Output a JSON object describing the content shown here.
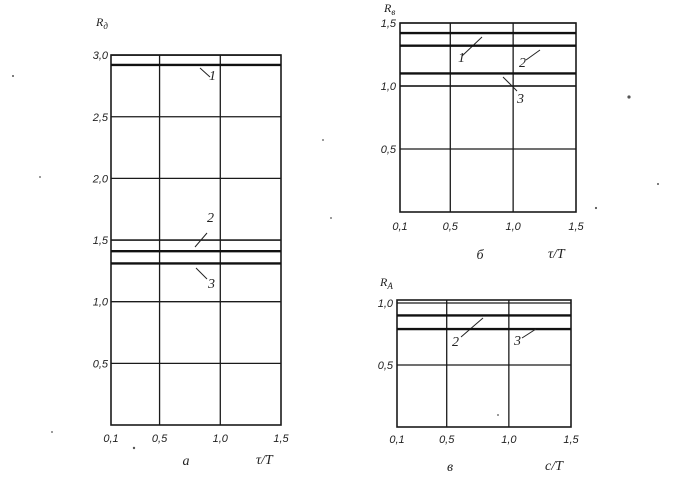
{
  "chart_data": [
    {
      "panel": "a",
      "type": "line",
      "panel_label": "а",
      "xlabel": "τ/T",
      "ylabel": "R",
      "ylabel_sub": "д",
      "x_ticks": [
        "0,1",
        "0,5",
        "1,0",
        "1,5"
      ],
      "y_ticks": [
        "0,5",
        "1,0",
        "1,5",
        "2,0",
        "2,5",
        "3,0"
      ],
      "x_tick_values": [
        0.1,
        0.5,
        1.0,
        1.5
      ],
      "y_tick_values": [
        0.5,
        1.0,
        1.5,
        2.0,
        2.5,
        3.0
      ],
      "xlim": [
        0.1,
        1.5
      ],
      "ylim": [
        0,
        3.0
      ],
      "grid": true,
      "lines": [
        {
          "label": "1",
          "y": 2.92
        },
        {
          "label": "2",
          "y": 1.41
        },
        {
          "label": "3",
          "y": 1.31
        }
      ],
      "extra_lines": [
        3.0,
        1.5
      ]
    },
    {
      "panel": "b",
      "type": "line",
      "panel_label": "б",
      "xlabel": "τ/T",
      "ylabel": "R",
      "ylabel_sub": "в",
      "x_ticks": [
        "0,1",
        "0,5",
        "1,0",
        "1,5"
      ],
      "y_ticks": [
        "0,5",
        "1,0",
        "1,5"
      ],
      "x_tick_values": [
        0.1,
        0.5,
        1.0,
        1.5
      ],
      "y_tick_values": [
        0.5,
        1.0,
        1.5
      ],
      "xlim": [
        0.1,
        1.5
      ],
      "ylim": [
        0,
        1.5
      ],
      "grid": true,
      "lines": [
        {
          "label": "1",
          "y": 1.42
        },
        {
          "label": "2",
          "y": 1.32
        },
        {
          "label": "3",
          "y": 1.1
        }
      ],
      "extra_lines": [
        1.0
      ]
    },
    {
      "panel": "c",
      "type": "line",
      "panel_label": "в",
      "xlabel": "с/T",
      "ylabel": "R",
      "ylabel_sub": "A",
      "x_ticks": [
        "0,1",
        "0,5",
        "1,0",
        "1,5"
      ],
      "y_ticks": [
        "0,5",
        "1,0"
      ],
      "x_tick_values": [
        0.1,
        0.5,
        1.0,
        1.5
      ],
      "y_tick_values": [
        0.5,
        1.0
      ],
      "xlim": [
        0.1,
        1.5
      ],
      "ylim": [
        0,
        1.0
      ],
      "grid": true,
      "lines": [
        {
          "label": "2",
          "y": 0.9
        },
        {
          "label": "3",
          "y": 0.79
        }
      ],
      "extra_lines": []
    }
  ]
}
